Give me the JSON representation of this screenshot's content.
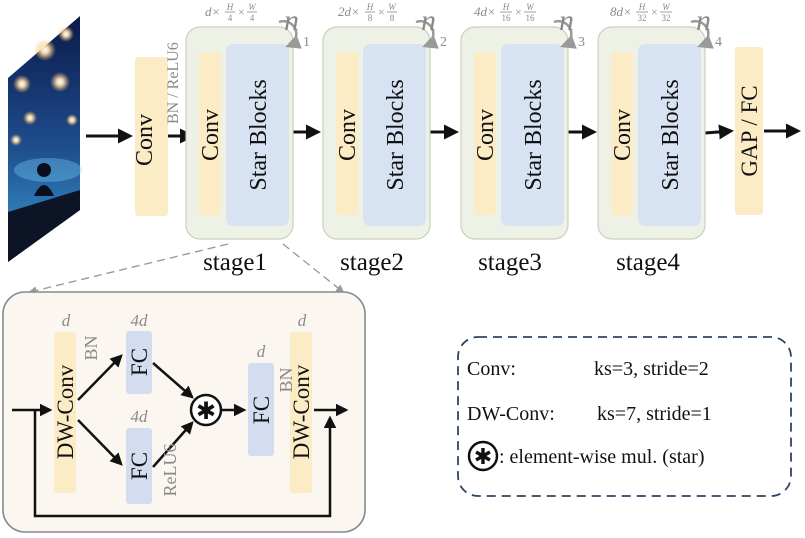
{
  "colors": {
    "stage_bg": "#eef2e6",
    "stage_border": "#c9d1bd",
    "conv_fill": "#fcecc6",
    "star_fill": "#d7e3f3",
    "fc_fill": "#d4ddf0",
    "detail_bg": "#fbf6ef",
    "arrow": "#111111",
    "gray_text": "#8a8a8a",
    "legend_border": "#2e4466"
  },
  "stem": {
    "conv_label": "Conv",
    "bn_label": "BN / ReLU6"
  },
  "stages": [
    {
      "label": "stage1",
      "conv_label": "Conv",
      "blocks_label": "Star Blocks",
      "dim_label": "d×",
      "h_div": "4",
      "w_div": "4",
      "n_label": "n",
      "n_sub": "1"
    },
    {
      "label": "stage2",
      "conv_label": "Conv",
      "blocks_label": "Star Blocks",
      "dim_label": "2d×",
      "h_div": "8",
      "w_div": "8",
      "n_label": "n",
      "n_sub": "2"
    },
    {
      "label": "stage3",
      "conv_label": "Conv",
      "blocks_label": "Star Blocks",
      "dim_label": "4d×",
      "h_div": "16",
      "w_div": "16",
      "n_label": "n",
      "n_sub": "3"
    },
    {
      "label": "stage4",
      "conv_label": "Conv",
      "blocks_label": "Star Blocks",
      "dim_label": "8d×",
      "h_div": "32",
      "w_div": "32",
      "n_label": "n",
      "n_sub": "4"
    }
  ],
  "dim_symbols": {
    "h": "H",
    "w": "W",
    "times": "×"
  },
  "head": {
    "label": "GAP / FC"
  },
  "block": {
    "dwconv1_label": "DW-Conv",
    "dwconv1_dim": "d",
    "dwconv1_bn": "BN",
    "fc_top_label": "FC",
    "fc_top_dim": "4d",
    "fc_bottom_label": "FC",
    "fc_bottom_dim": "4d",
    "relu_label": "ReLU6",
    "star_symbol": "✱",
    "fc_out_label": "FC",
    "fc_out_dim": "d",
    "fc_out_bn": "BN",
    "dwconv2_label": "DW-Conv",
    "dwconv2_dim": "d"
  },
  "legend": {
    "conv_name": "Conv:",
    "conv_desc": "ks=3, stride=2",
    "dwconv_name": "DW-Conv:",
    "dwconv_desc": "ks=7, stride=1",
    "star_symbol": "✱",
    "star_desc": ":  element-wise mul. (star)"
  }
}
